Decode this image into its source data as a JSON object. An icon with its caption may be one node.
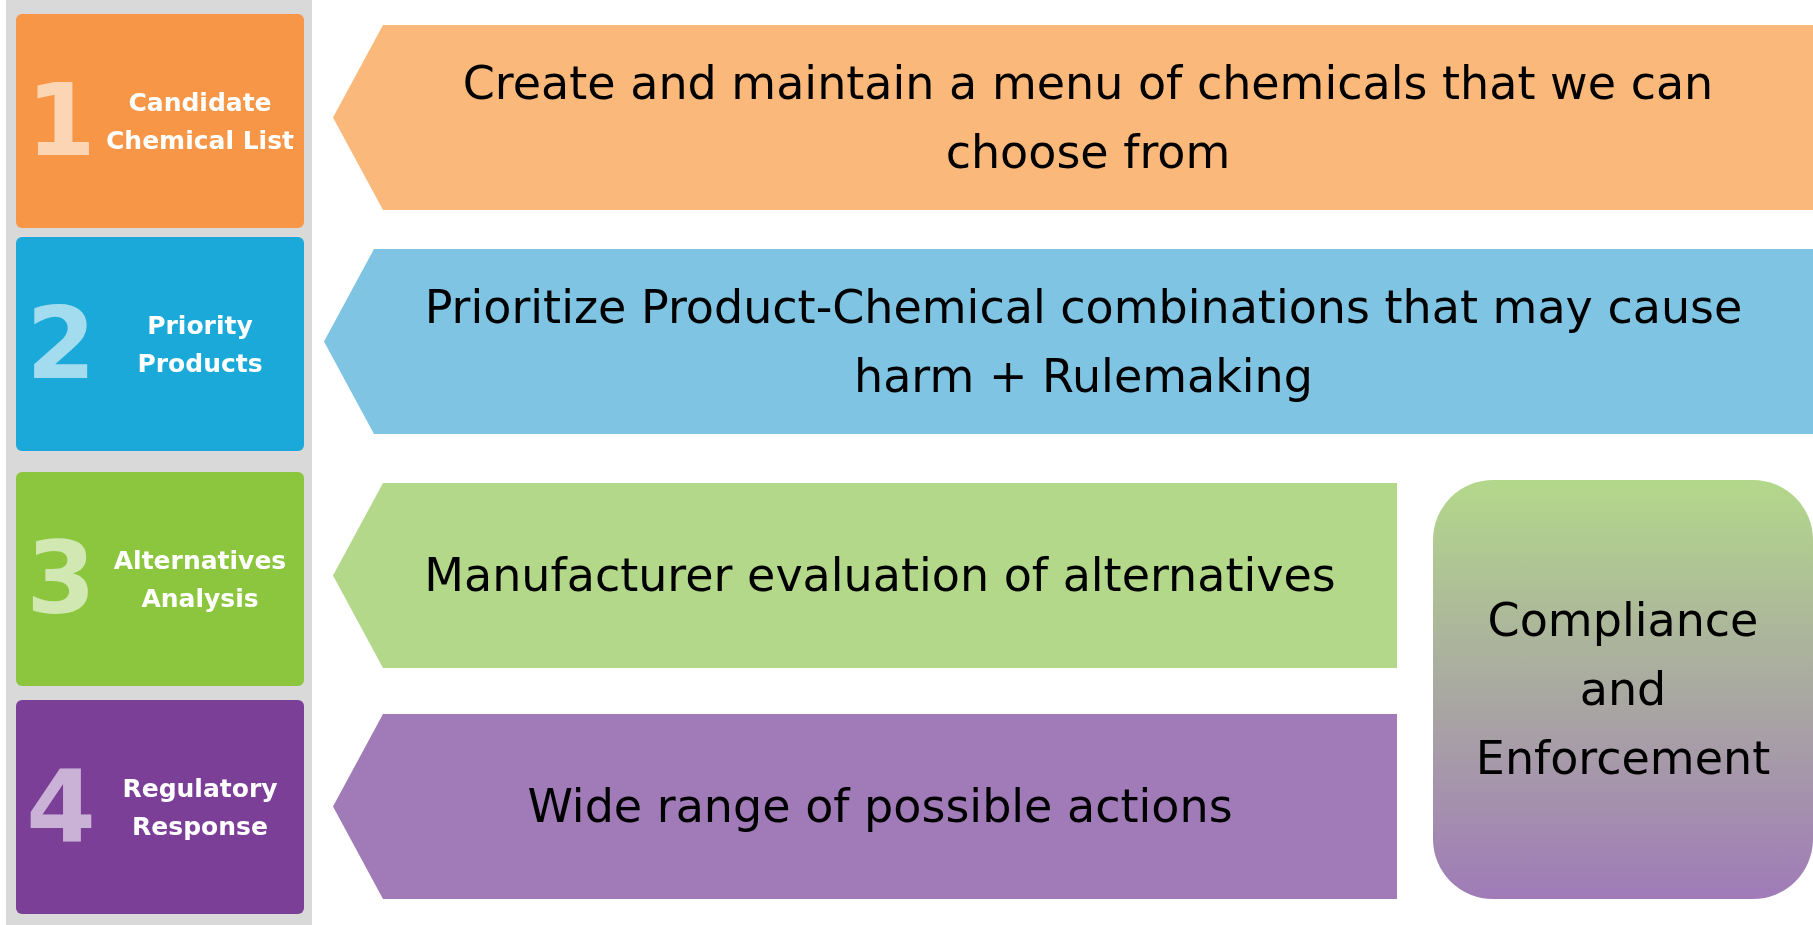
{
  "diagram": {
    "nodes": [
      {
        "text": [
          "1",
          "Candidate Chemical List"
        ]
      },
      {
        "text": [
          "Create and maintain a menu of chemicals that we can choose from"
        ]
      },
      {
        "text": [
          "2",
          "Priority Products"
        ]
      },
      {
        "text": [
          "Prioritize Product-Chemical combinations that may cause harm + Rulemaking"
        ]
      },
      {
        "text": [
          "3",
          "Alternatives Analysis"
        ]
      },
      {
        "text": [
          "Manufacturer evaluation of alternatives"
        ]
      },
      {
        "text": [
          "Compliance and Enforcement"
        ]
      },
      {
        "text": [
          "4",
          "Regulatory Response"
        ]
      },
      {
        "text": [
          "Wide range of possible actions"
        ]
      }
    ]
  }
}
